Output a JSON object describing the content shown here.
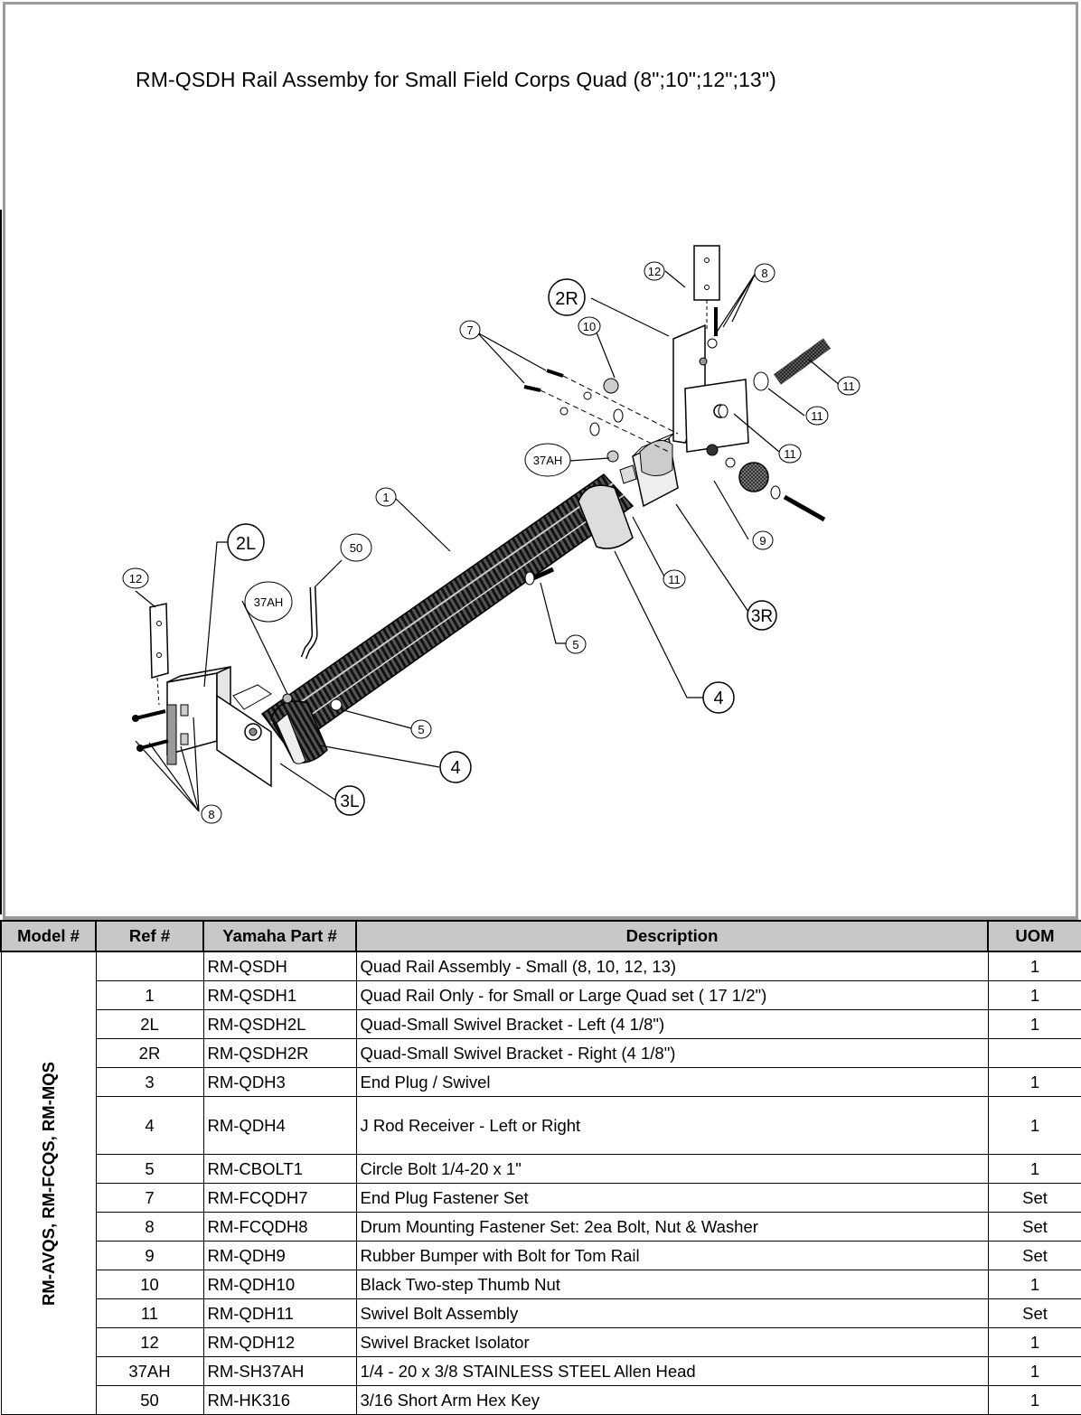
{
  "title": "RM-QSDH Rail Assemby for Small Field Corps Quad (8\";10\";12\";13\")",
  "callouts": {
    "c12_top": "12",
    "c2R": "2R",
    "c8_top": "8",
    "c10": "10",
    "c7": "7",
    "c11_a": "11",
    "c11_b": "11",
    "c11_c": "11",
    "c37AH_r": "37AH",
    "c1": "1",
    "c9": "9",
    "c11_d": "11",
    "c3R": "3R",
    "c2L": "2L",
    "c50": "50",
    "c12_left": "12",
    "c37AH_l": "37AH",
    "c5_mid": "5",
    "c4_right": "4",
    "c5_low": "5",
    "c4_low": "4",
    "c3L": "3L",
    "c8_low": "8"
  },
  "table": {
    "headers": {
      "model": "Model #",
      "ref": "Ref #",
      "part": "Yamaha Part #",
      "desc": "Description",
      "uom": "UOM"
    },
    "model_value": "RM-AVQS, RM-FCQS, RM-MQS",
    "rows": [
      {
        "ref": "",
        "part": "RM-QSDH",
        "desc": "Quad Rail Assembly - Small  (8, 10, 12, 13)",
        "uom": "1"
      },
      {
        "ref": "1",
        "part": "RM-QSDH1",
        "desc": "Quad Rail Only - for Small or Large Quad set ( 17 1/2\")",
        "uom": "1"
      },
      {
        "ref": "2L",
        "part": "RM-QSDH2L",
        "desc": "Quad-Small Swivel Bracket - Left  (4 1/8\")",
        "uom": "1"
      },
      {
        "ref": "2R",
        "part": "RM-QSDH2R",
        "desc": "Quad-Small Swivel Bracket - Right  (4 1/8\")",
        "uom": ""
      },
      {
        "ref": "3",
        "part": "RM-QDH3",
        "desc": "End Plug / Swivel",
        "uom": "1"
      },
      {
        "ref": "4",
        "part": "RM-QDH4",
        "desc": "J Rod Receiver - Left or Right",
        "uom": "1"
      },
      {
        "ref": "5",
        "part": "RM-CBOLT1",
        "desc": "Circle Bolt 1/4-20 x 1\"",
        "uom": "1"
      },
      {
        "ref": "7",
        "part": "RM-FCQDH7",
        "desc": "End Plug Fastener Set",
        "uom": "Set"
      },
      {
        "ref": "8",
        "part": "RM-FCQDH8",
        "desc": "Drum Mounting Fastener Set: 2ea Bolt, Nut & Washer",
        "uom": "Set"
      },
      {
        "ref": "9",
        "part": "RM-QDH9",
        "desc": "Rubber Bumper with Bolt for Tom Rail",
        "uom": "Set"
      },
      {
        "ref": "10",
        "part": "RM-QDH10",
        "desc": "Black Two-step Thumb Nut",
        "uom": "1"
      },
      {
        "ref": "11",
        "part": "RM-QDH11",
        "desc": "Swivel Bolt Assembly",
        "uom": "Set"
      },
      {
        "ref": "12",
        "part": "RM-QDH12",
        "desc": "Swivel Bracket Isolator",
        "uom": "1"
      },
      {
        "ref": "37AH",
        "part": "RM-SH37AH",
        "desc": "1/4 - 20 x 3/8 STAINLESS STEEL Allen Head",
        "uom": "1"
      },
      {
        "ref": "50",
        "part": "RM-HK316",
        "desc": "3/16 Short Arm Hex Key",
        "uom": "1"
      }
    ]
  }
}
